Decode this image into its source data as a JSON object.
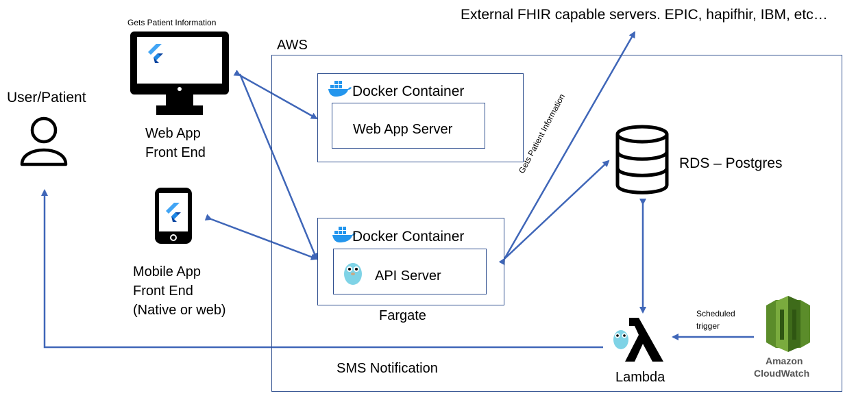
{
  "title": "External FHIR capable servers. EPIC, hapifhir, IBM, etc…",
  "user_label": "User/Patient",
  "web_app": {
    "caption": "Gets Patient Information",
    "line1": "Web App",
    "line2": "Front End"
  },
  "mobile_app": {
    "line1": "Mobile App",
    "line2": "Front End",
    "line3": "(Native or web)"
  },
  "aws": {
    "label": "AWS",
    "web_container": {
      "title": "Docker Container",
      "server": "Web App Server"
    },
    "api_container": {
      "title": "Docker Container",
      "server": "API Server"
    },
    "fargate": "Fargate",
    "rds": "RDS – Postgres",
    "fhir_arrow_label": "Gets Patient Information",
    "sms": "SMS Notification",
    "lambda": "Lambda"
  },
  "cloudwatch": {
    "trigger_line1": "Scheduled",
    "trigger_line2": "trigger",
    "name1": "Amazon",
    "name2": "CloudWatch"
  },
  "colors": {
    "arrow": "#3f66b8",
    "box_border": "#2f4f8f",
    "docker": "#2496ed",
    "cloudwatch_green": "#5b8c2a",
    "gopher": "#7fd3e6"
  }
}
